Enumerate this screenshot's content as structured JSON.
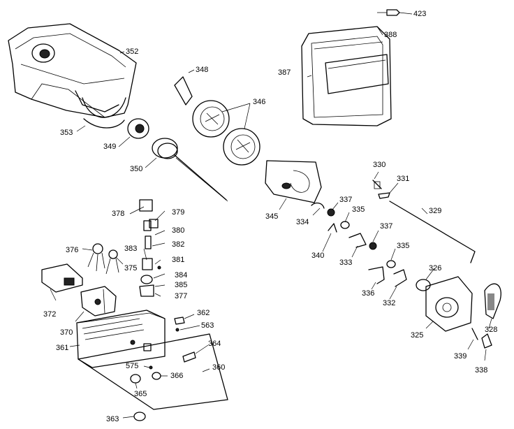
{
  "callouts": [
    "423",
    "388",
    "387",
    "352",
    "348",
    "346",
    "353",
    "349",
    "350",
    "345",
    "330",
    "331",
    "329",
    "378",
    "379",
    "380",
    "382",
    "383",
    "381",
    "384",
    "385",
    "377",
    "376",
    "375",
    "372",
    "370",
    "362",
    "563",
    "361",
    "364",
    "575",
    "366",
    "365",
    "360",
    "363",
    "337",
    "335",
    "334",
    "340",
    "333",
    "336",
    "332",
    "326",
    "325",
    "328",
    "339",
    "338"
  ]
}
